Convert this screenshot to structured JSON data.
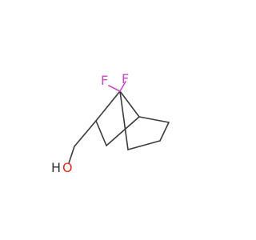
{
  "molecule": {
    "atoms": {
      "f1": "F",
      "f2": "F",
      "o": "O",
      "h": "H"
    },
    "colors": {
      "bond": "#3a3a3a",
      "fluorine": "#c44cc4",
      "oxygen": "#e0301e",
      "hydrogen": "#333333",
      "background": "#ffffff"
    }
  }
}
